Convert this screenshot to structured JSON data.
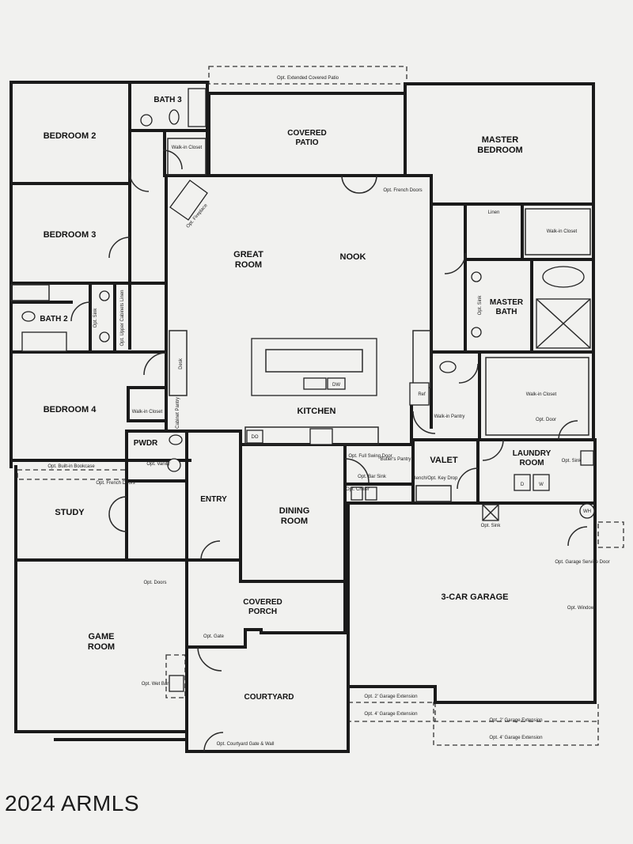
{
  "rooms": {
    "bedroom_2": "BEDROOM 2",
    "bath_3": "BATH 3",
    "covered_patio": "COVERED PATIO",
    "master_bedroom": "MASTER BEDROOM",
    "bedroom_3": "BEDROOM 3",
    "great_room": "GREAT ROOM",
    "nook": "NOOK",
    "master_bath": "MASTER BATH",
    "bath_2": "BATH 2",
    "bedroom_4": "BEDROOM 4",
    "kitchen": "KITCHEN",
    "pwdr": "PWDR",
    "valet": "VALET",
    "laundry_room": "LAUNDRY ROOM",
    "study": "STUDY",
    "entry": "ENTRY",
    "dining_room": "DINING ROOM",
    "garage": "3-CAR GARAGE",
    "game_room": "GAME ROOM",
    "covered_porch": "COVERED PORCH",
    "courtyard": "COURTYARD"
  },
  "notes": {
    "extended_patio": "Opt. Extended Covered Patio",
    "walkin_closet_bath3": "Walk-in Closet",
    "fireplace": "Opt. Fireplace",
    "french_doors_nook": "Opt. French Doors",
    "linen_master": "Linen",
    "walkin_closet_master": "Walk-in Closet",
    "upper_cabinets": "Opt. Upper Cabinets Linen",
    "sink_bath2": "Opt. Sink",
    "sink_master": "Opt. Sink",
    "desk": "Desk",
    "walkin_closet_bed4": "Walk-in Closet",
    "cabinet_pantry": "Cabinet Pantry",
    "refrigerator": "Ref",
    "walkin_pantry": "Walk-in Pantry",
    "walkin_closet_master2": "Walk-in Closet",
    "opt_door": "Opt. Door",
    "double_oven": "DO",
    "dishwasher": "DW",
    "vanity": "Opt. Vanity",
    "bookcase": "Opt. Built-in Bookcase",
    "french_doors_study": "Opt. French Doors",
    "swing_door": "Opt. Full Swing Door",
    "butlers_pantry": "Butler's Pantry",
    "bar_sink": "Opt. Bar Sink",
    "chiller": "Opt. Chiller",
    "bench": "Bench/Opt. Key Drop",
    "sink_laundry": "Opt. Sink",
    "washer": "W",
    "dryer": "D",
    "sink_garage": "Opt. Sink",
    "water_heater": "WH",
    "doors_game": "Opt. Doors",
    "service_door": "Opt. Garage Service Door",
    "window": "Opt. Window",
    "gate": "Opt. Gate",
    "wet_bar": "Opt. Wet Bar",
    "garage_ext_2": "Opt. 2' Garage Extension",
    "garage_ext_4": "Opt. 4' Garage Extension",
    "courtyard_gate": "Opt. Courtyard Gate & Wall"
  },
  "watermark": "2024 ARMLS"
}
